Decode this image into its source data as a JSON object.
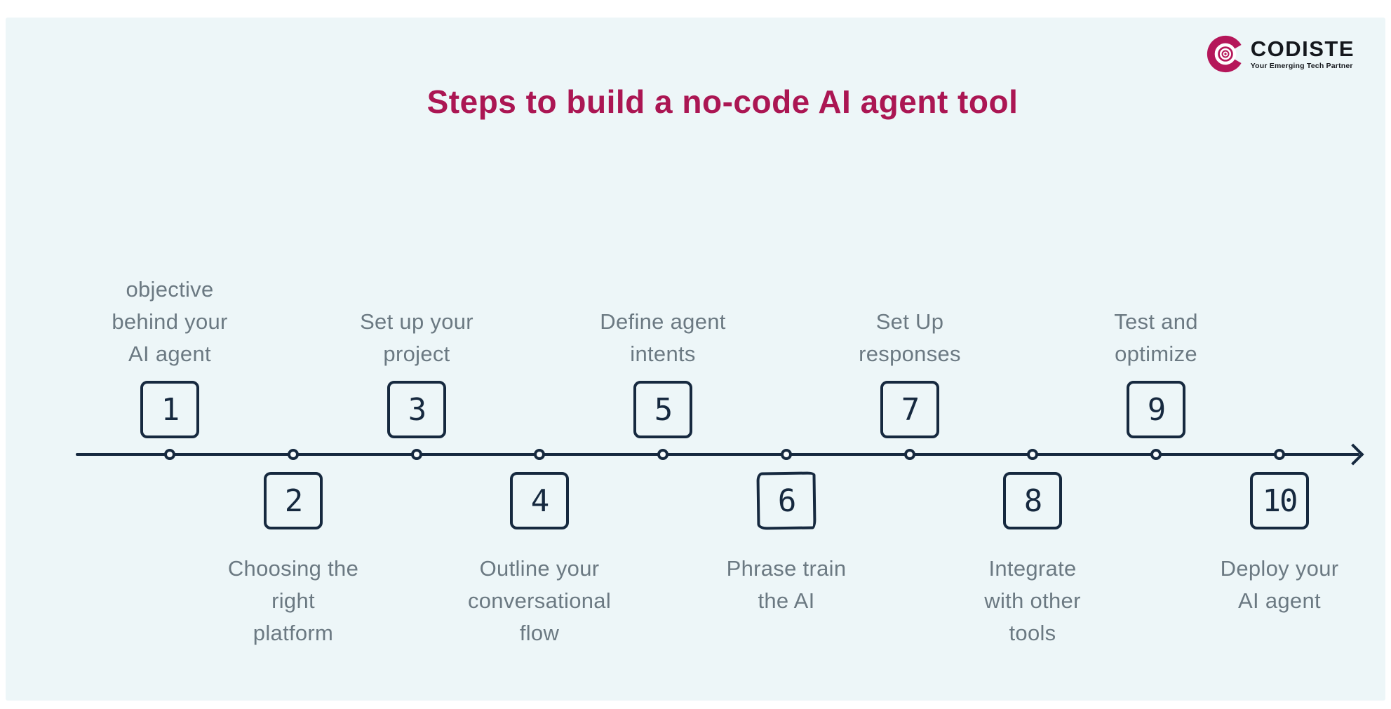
{
  "header": {
    "title": "Steps to build a no-code AI agent tool"
  },
  "logo": {
    "wordmark": "CODISTE",
    "tagline": "Your Emerging Tech Partner"
  },
  "colors": {
    "background": "#edf6f8",
    "line": "#16293f",
    "label_gray": "#6b7982",
    "title": "#ab1653",
    "brand": "#b5175a"
  },
  "timeline": {
    "direction": "left-to-right",
    "steps": [
      {
        "number": "1",
        "label": "objective\nbehind your\nAI agent",
        "position": "above"
      },
      {
        "number": "2",
        "label": "Choosing the\nright\nplatform",
        "position": "below"
      },
      {
        "number": "3",
        "label": "Set up your\nproject",
        "position": "above"
      },
      {
        "number": "4",
        "label": "Outline your\nconversational\nflow",
        "position": "below"
      },
      {
        "number": "5",
        "label": "Define agent\nintents",
        "position": "above"
      },
      {
        "number": "6",
        "label": "Phrase train\nthe AI",
        "position": "below"
      },
      {
        "number": "7",
        "label": "Set Up\nresponses",
        "position": "above"
      },
      {
        "number": "8",
        "label": "Integrate\nwith other\ntools",
        "position": "below"
      },
      {
        "number": "9",
        "label": "Test and\noptimize",
        "position": "above"
      },
      {
        "number": "10",
        "label": "Deploy your\nAI agent",
        "position": "below"
      }
    ]
  }
}
